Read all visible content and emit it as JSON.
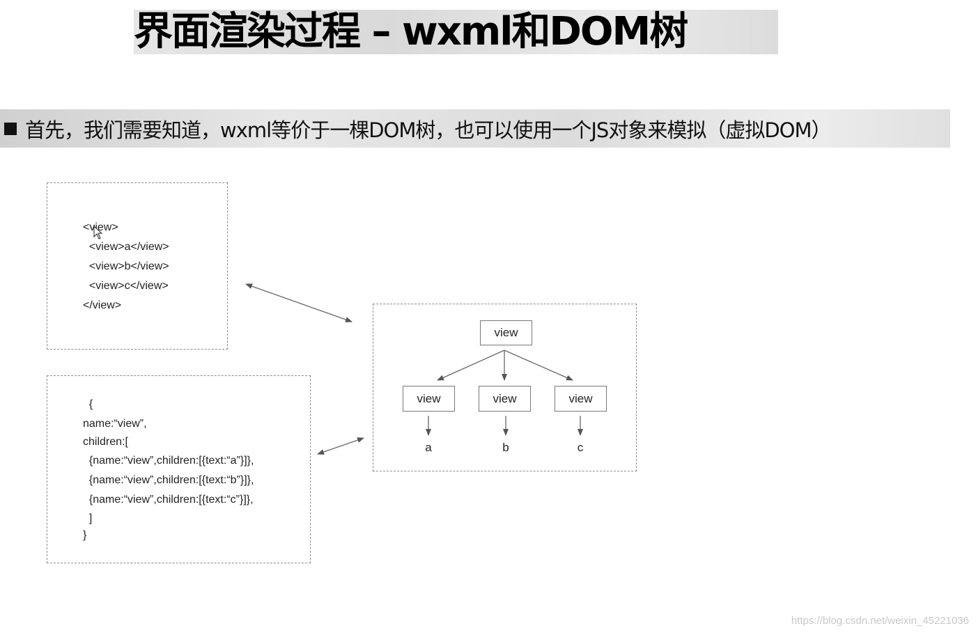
{
  "title": "界面渲染过程 – wxml和DOM树",
  "subtitle": "首先，我们需要知道，wxml等价于一棵DOM树，也可以使用一个JS对象来模拟（虚拟DOM）",
  "wxml_box": {
    "lines": [
      "<view>",
      "  <view>a</view>",
      "  <view>b</view>",
      "  <view>c</view>",
      "</view>"
    ]
  },
  "js_box": {
    "lines": [
      "  {",
      "name:“view”,",
      "children:[",
      "  {name:“view”,children:[{text:“a”}]},",
      "  {name:“view”,children:[{text:“b”}]},",
      "  {name:“view”,children:[{text:“c”}]},",
      "  ]",
      "}"
    ]
  },
  "tree": {
    "root": "view",
    "children": [
      {
        "label": "view",
        "leaf": "a"
      },
      {
        "label": "view",
        "leaf": "b"
      },
      {
        "label": "view",
        "leaf": "c"
      }
    ]
  },
  "watermark": "https://blog.csdn.net/weixin_45221036"
}
